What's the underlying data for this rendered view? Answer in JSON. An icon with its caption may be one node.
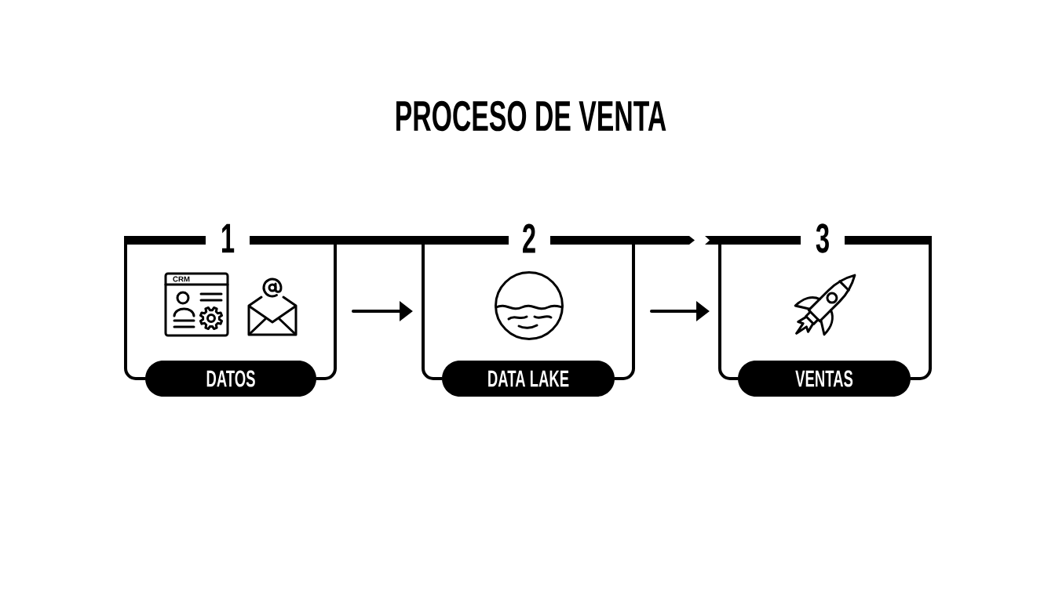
{
  "diagram": {
    "title": "PROCESO DE VENTA",
    "nodes": [
      {
        "text": [
          "1",
          "DATOS"
        ]
      },
      {
        "text": [
          "2",
          "DATA LAKE"
        ]
      },
      {
        "text": [
          "3",
          "VENTAS"
        ]
      }
    ],
    "edges": [
      {
        "from": 0,
        "to": 1,
        "arrow": "to"
      },
      {
        "from": 1,
        "to": 2,
        "arrow": "to"
      }
    ],
    "labels": [
      "CRM"
    ]
  }
}
